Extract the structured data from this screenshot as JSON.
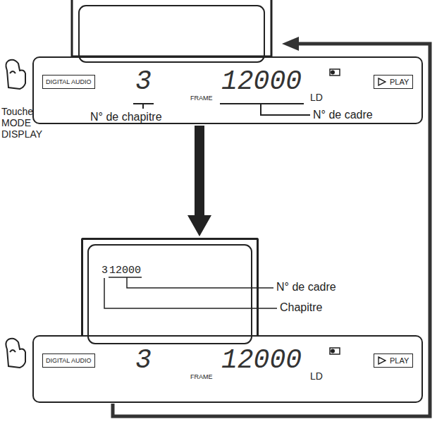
{
  "diagram": {
    "nodes": [
      {
        "text": [
          "3",
          "FRAME",
          "12000",
          "LD"
        ]
      },
      {
        "text": [
          "DIGITAL AUDIO"
        ],
        "in": 0
      },
      {
        "text": [
          "PLAY"
        ],
        "in": 0
      },
      {
        "text": [
          "3",
          "12000"
        ]
      },
      {
        "text": [
          "3",
          "FRAME",
          "12000",
          "LD"
        ]
      },
      {
        "text": [
          "DIGITAL AUDIO"
        ],
        "in": 4
      },
      {
        "text": [
          "PLAY"
        ],
        "in": 4
      }
    ],
    "edges": [
      {
        "from": 0,
        "to": 3,
        "arrow": "to"
      }
    ],
    "labels": [
      "Touche MODE DISPLAY",
      "N° de chapitre",
      "N° de cadre",
      "N° de cadre",
      "Chapitre"
    ]
  }
}
